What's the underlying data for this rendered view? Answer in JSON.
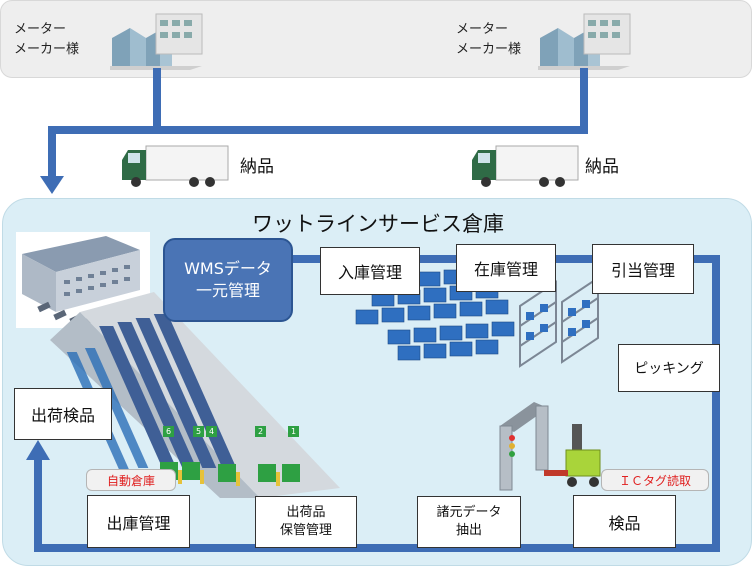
{
  "makers": [
    {
      "label_line1": "メーター",
      "label_line2": "メーカー様"
    },
    {
      "label_line1": "メーター",
      "label_line2": "メーカー様"
    }
  ],
  "deliveries": [
    {
      "label": "納品"
    },
    {
      "label": "納品"
    }
  ],
  "warehouse": {
    "title": "ワットラインサービス倉庫",
    "wms_label": "WMSデータ\n一元管理",
    "steps": {
      "receiving": "入庫管理",
      "inventory": "在庫管理",
      "allocation": "引当管理",
      "picking": "ピッキング",
      "shipping_inspection": "出荷検品",
      "shipping_management": "出庫管理",
      "storage": "出荷品\n保管管理",
      "spec_extraction": "諸元データ\n抽出",
      "inspection": "検品"
    },
    "tags": {
      "auto_warehouse": "自動倉庫",
      "ic_tag": "ＩＣタグ読取"
    },
    "rack_numbers": [
      "6",
      "5",
      "4",
      "2",
      "1"
    ]
  },
  "colors": {
    "flow_arrow": "#3e6db5",
    "warehouse_bg": "#dbeef6",
    "wms_box": "#4a74b5",
    "tag_text": "#e02020"
  }
}
